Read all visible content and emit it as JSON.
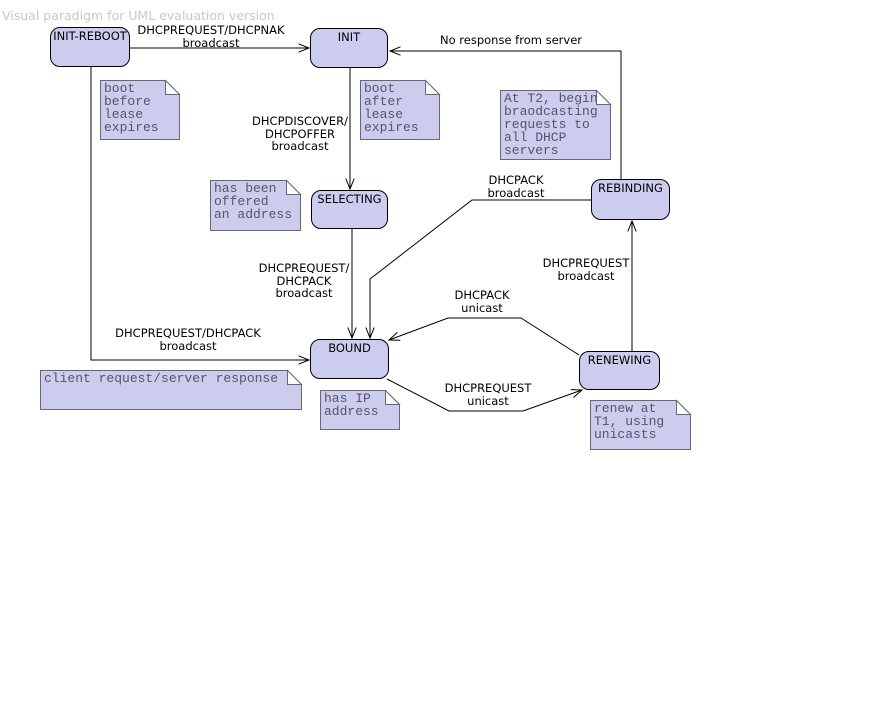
{
  "watermark": "Visual paradigm for UML evaluation version",
  "colors": {
    "page_bg": "#ffffff",
    "state_fill": "#ccccee",
    "state_border": "#000000",
    "note_fill": "#ccccee",
    "note_border": "#666677",
    "note_text": "#555566",
    "edge": "#000000",
    "watermark": "#c8c8c8"
  },
  "diagram": {
    "states": [
      {
        "id": "init-reboot",
        "label": "INIT-REBOOT"
      },
      {
        "id": "init",
        "label": "INIT"
      },
      {
        "id": "selecting",
        "label": "SELECTING"
      },
      {
        "id": "rebinding",
        "label": "REBINDING"
      },
      {
        "id": "bound",
        "label": "BOUND"
      },
      {
        "id": "renewing",
        "label": "RENEWING"
      }
    ],
    "notes": [
      {
        "id": "boot-before-lease",
        "text": "boot\nbefore\nlease\nexpires"
      },
      {
        "id": "boot-after-lease",
        "text": "boot\nafter\nlease\nexpires"
      },
      {
        "id": "at-t2-begin",
        "text": "At T2, begin\nbraodcasting\nrequests to\nall DHCP\nservers"
      },
      {
        "id": "has-been-offered",
        "text": "has been\noffered\nan address"
      },
      {
        "id": "client-request",
        "text": "client request/server response"
      },
      {
        "id": "has-ip-address",
        "text": "has IP\naddress"
      },
      {
        "id": "renew-at-t1",
        "text": "renew at\nT1, using\nunicasts"
      }
    ],
    "edge_labels": [
      {
        "id": "dhcprequest-dhcpnak",
        "text": "DHCPREQUEST/DHCPNAK\nbroadcast"
      },
      {
        "id": "no-response",
        "text": "No response from server"
      },
      {
        "id": "dhcpdiscover-dhcpoffer",
        "text": "DHCPDISCOVER/\nDHCPOFFER\nbroadcast"
      },
      {
        "id": "dhcpack-broadcast",
        "text": "DHCPACK\nbroadcast"
      },
      {
        "id": "dhcprequest-dhcpack-broadcast-mid",
        "text": "DHCPREQUEST/\nDHCPACK\nbroadcast"
      },
      {
        "id": "dhcprequest-broadcast",
        "text": "DHCPREQUEST\nbroadcast"
      },
      {
        "id": "dhcpack-unicast",
        "text": "DHCPACK\nunicast"
      },
      {
        "id": "dhcprequest-dhcpack-broadcast-left",
        "text": "DHCPREQUEST/DHCPACK\nbroadcast"
      },
      {
        "id": "dhcprequest-unicast",
        "text": "DHCPREQUEST\nunicast"
      }
    ]
  }
}
